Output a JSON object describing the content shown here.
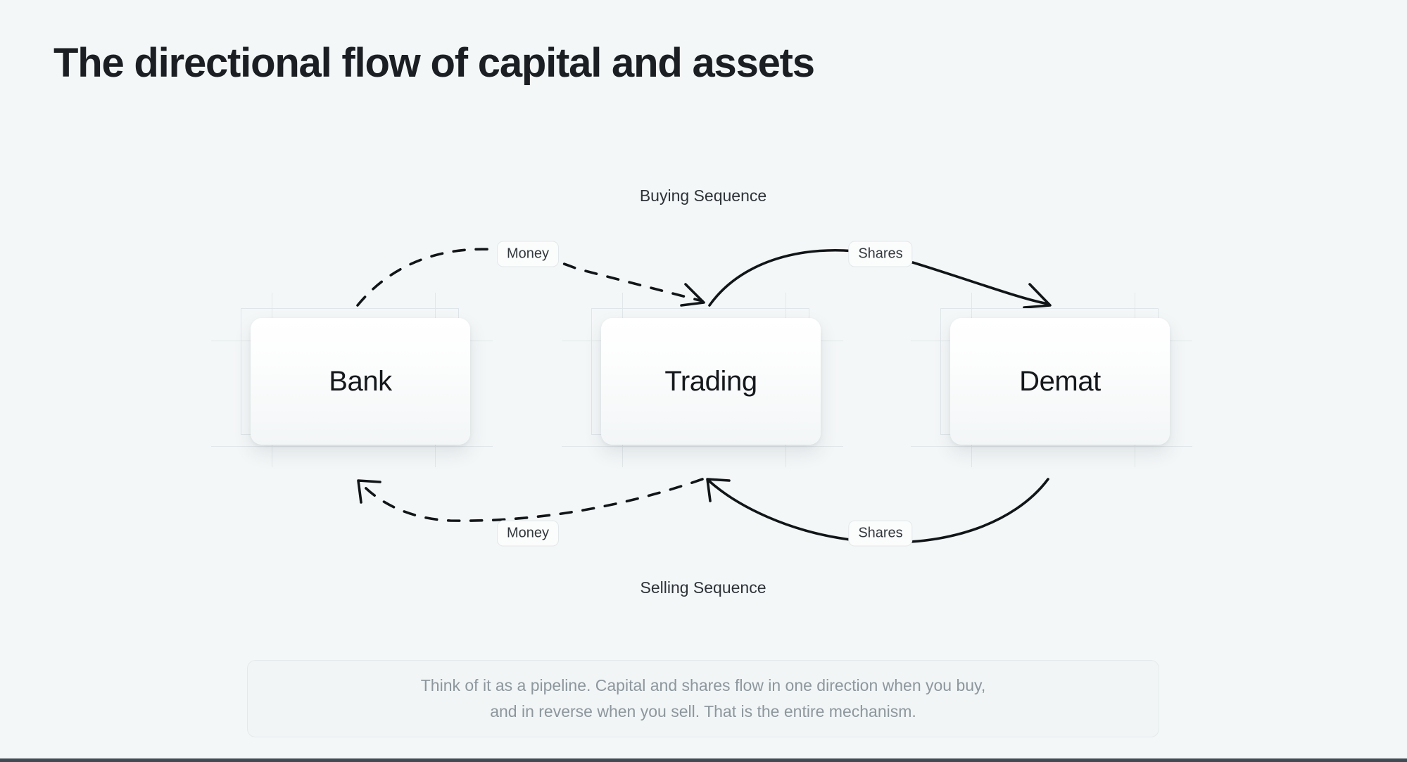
{
  "page": {
    "title": "The directional flow of capital and assets",
    "background_color": "#f4f7f8",
    "bottom_rule_color": "#3f4b52"
  },
  "diagram": {
    "type": "flow",
    "nodes": [
      {
        "id": "bank",
        "label": "Bank"
      },
      {
        "id": "trading",
        "label": "Trading"
      },
      {
        "id": "demat",
        "label": "Demat"
      }
    ],
    "sequences": [
      {
        "id": "buying",
        "label": "Buying Sequence",
        "position": "top"
      },
      {
        "id": "selling",
        "label": "Selling Sequence",
        "position": "bottom"
      }
    ],
    "edges": [
      {
        "id": "bank-to-trading",
        "badge": "Money",
        "style": "dashed",
        "direction": "right",
        "sequence": "buying",
        "from": "bank",
        "to": "trading"
      },
      {
        "id": "trading-to-demat",
        "badge": "Shares",
        "style": "solid",
        "direction": "right",
        "sequence": "buying",
        "from": "trading",
        "to": "demat"
      },
      {
        "id": "trading-to-bank",
        "badge": "Money",
        "style": "dashed",
        "direction": "left",
        "sequence": "selling",
        "from": "trading",
        "to": "bank"
      },
      {
        "id": "demat-to-trading",
        "badge": "Shares",
        "style": "solid",
        "direction": "left",
        "sequence": "selling",
        "from": "demat",
        "to": "trading"
      }
    ],
    "stroke_color": "#111518",
    "node_border_color": "#dfe6e9"
  },
  "footnote": {
    "line1": "Think of it as a pipeline. Capital and shares flow in one direction when you buy,",
    "line2": "and in reverse when you sell. That is the entire mechanism."
  }
}
